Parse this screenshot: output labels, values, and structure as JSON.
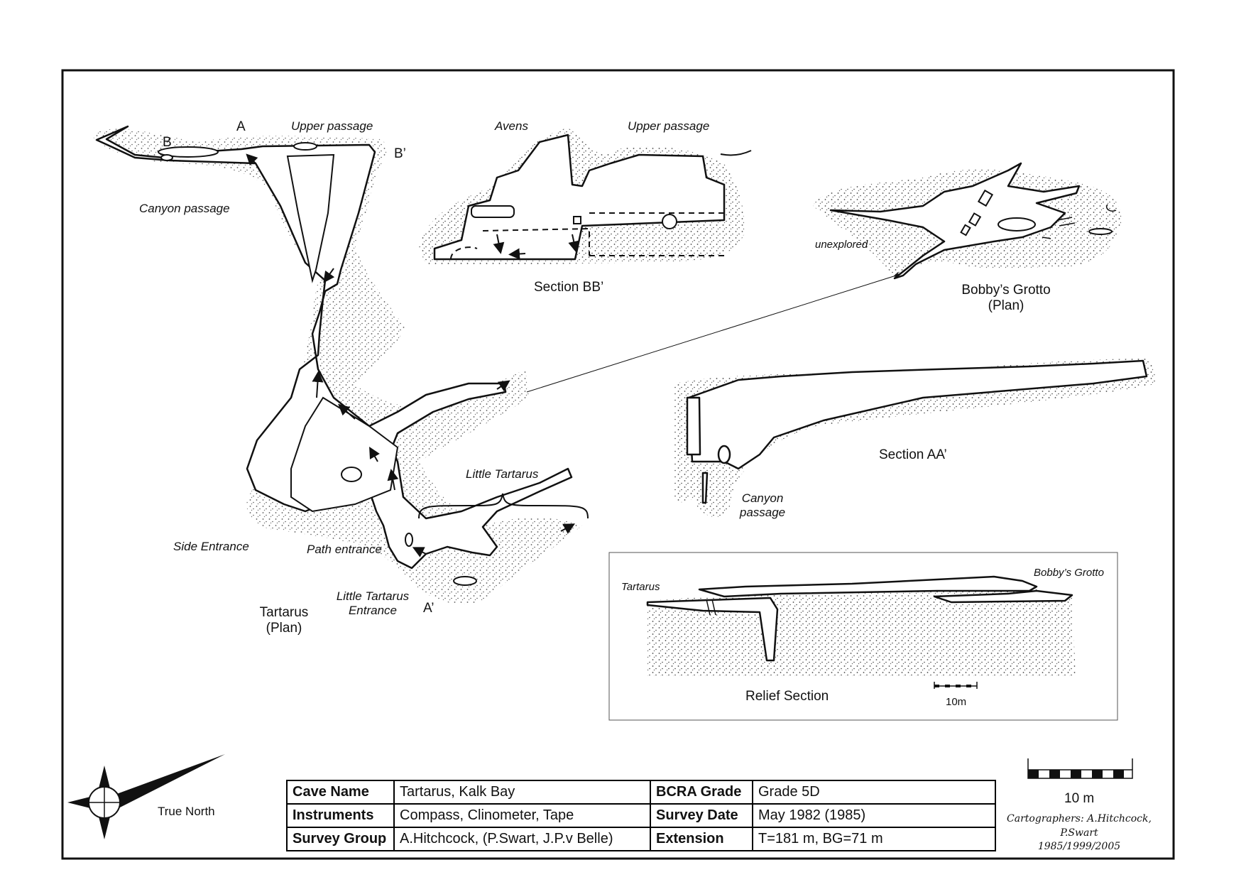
{
  "plan": {
    "title": "Tartarus",
    "subtitle": "(Plan)",
    "label_b": "B",
    "label_a": "A",
    "label_b_prime": "B’",
    "label_a_prime": "A’",
    "upper_passage": "Upper passage",
    "canyon_passage": "Canyon passage",
    "side_entrance": "Side Entrance",
    "path_entrance": "Path entrance",
    "little_tartarus": "Little Tartarus",
    "little_tartarus_entrance_1": "Little Tartarus",
    "little_tartarus_entrance_2": "Entrance"
  },
  "section_bb": {
    "title": "Section BB’",
    "avens": "Avens",
    "upper_passage": "Upper passage"
  },
  "bobbys_grotto": {
    "title": "Bobby’s Grotto",
    "subtitle": "(Plan)",
    "unexplored": "unexplored"
  },
  "section_aa": {
    "title": "Section AA’",
    "canyon_1": "Canyon",
    "canyon_2": "passage"
  },
  "relief": {
    "title": "Relief Section",
    "tartarus": "Tartarus",
    "bobbys_grotto": "Bobby’s Grotto",
    "scale": "10m"
  },
  "compass": {
    "label": "True North"
  },
  "scale_bar": {
    "label": "10 m"
  },
  "cartographers": {
    "line1": "Cartographers: A.Hitchcock, P.Swart",
    "line2": "1985/1999/2005"
  },
  "info": {
    "rows": [
      {
        "k1": "Cave Name",
        "v1": "Tartarus, Kalk Bay",
        "k2": "BCRA Grade",
        "v2": "Grade 5D"
      },
      {
        "k1": "Instruments",
        "v1": "Compass, Clinometer, Tape",
        "k2": "Survey Date",
        "v2": "May 1982 (1985)"
      },
      {
        "k1": "Survey Group",
        "v1": "A.Hitchcock, (P.Swart, J.P.v Belle)",
        "k2": "Extension",
        "v2": "T=181 m, BG=71 m"
      }
    ]
  },
  "colors": {
    "ink": "#111111",
    "stipple": "#555555",
    "paper": "#ffffff"
  }
}
